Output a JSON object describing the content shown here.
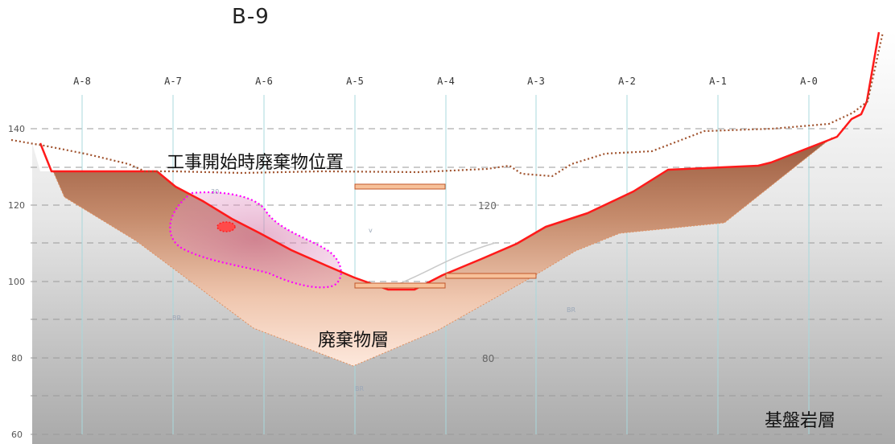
{
  "title": "B-9",
  "columns": [
    "A-8",
    "A-7",
    "A-6",
    "A-5",
    "A-4",
    "A-3",
    "A-2",
    "A-1",
    "A-0"
  ],
  "elevations": [
    "140",
    "120",
    "100",
    "80",
    "60"
  ],
  "labels": {
    "initial_waste_position": "工事開始時廃棄物位置",
    "waste_layer": "廃棄物層",
    "bedrock_layer": "基盤岩層",
    "contour_120": "120",
    "contour_80": "80",
    "small_mark_1": "30",
    "small_mark_2": "BR",
    "small_mark_3": "BR",
    "small_mark_4": "BR",
    "small_mark_5": "v"
  },
  "colors": {
    "current_surface": "#ff1a1a",
    "initial_surface": "#a0522d",
    "waste_top": "#9a5a3e",
    "waste_bottom": "#fde8dc",
    "contamination_outline": "#ff00ff",
    "hotspot": "#ff2020",
    "bar_fill": "#f7c19a",
    "bar_stroke": "#c0562a"
  }
}
